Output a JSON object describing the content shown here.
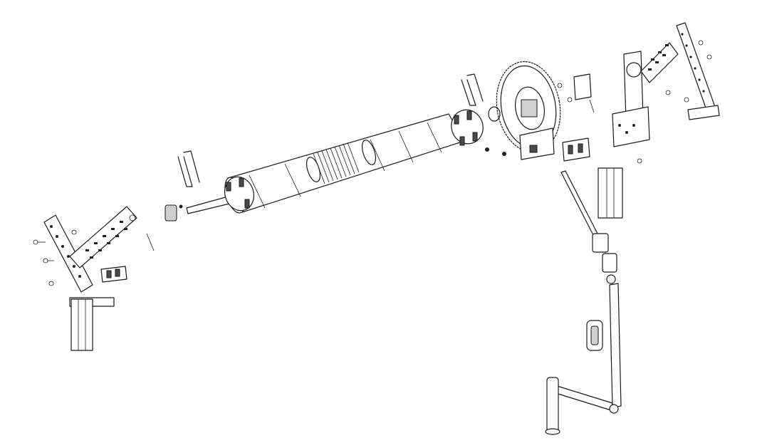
{
  "diagram": {
    "background": "#ffffff",
    "line_color": "#1a1a1a",
    "parts": [
      "left-bracket-assembly",
      "left-guide-rail",
      "left-end-plug",
      "torsion-shaft",
      "spring-tube",
      "right-end-cap",
      "drive-gear-wheel",
      "gearbox-housing",
      "right-bracket-assembly",
      "right-guide-rail",
      "operating-rod",
      "universal-joint",
      "hand-crank",
      "crank-holder-clip"
    ]
  }
}
